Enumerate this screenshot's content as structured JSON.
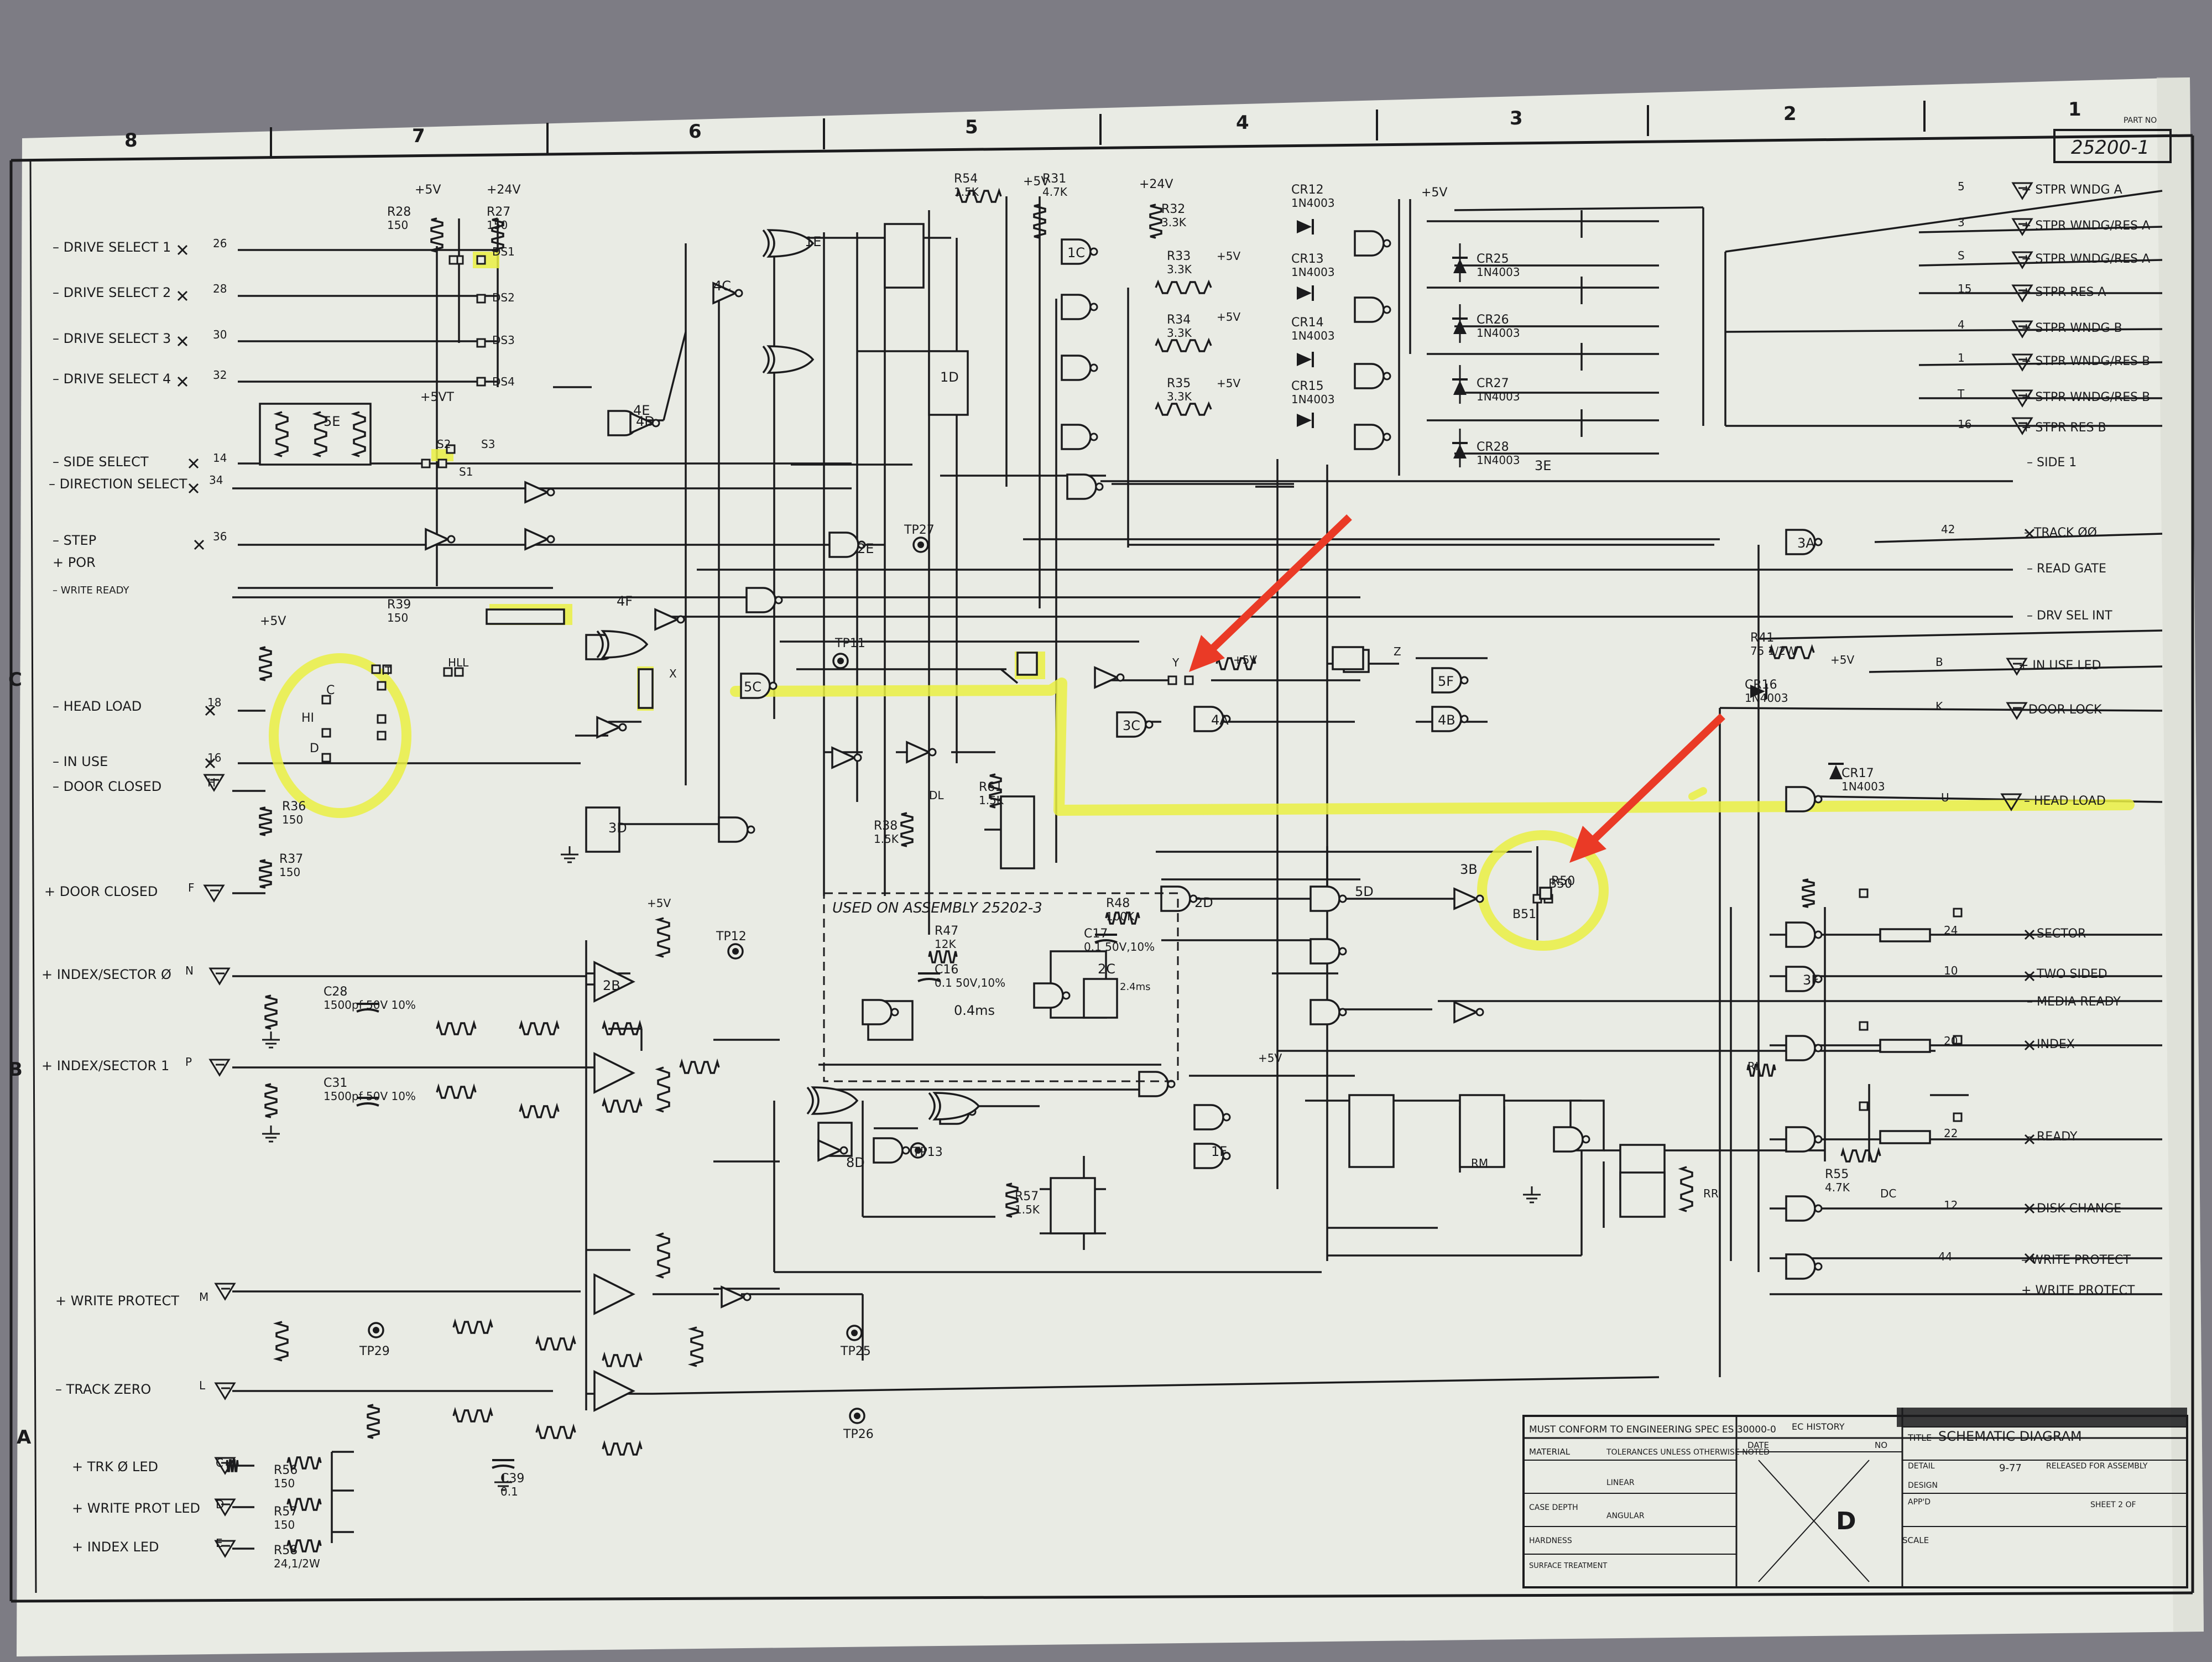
{
  "colors": {
    "background": "#7d7c84",
    "paper": "#e9ebe4",
    "ink": "#1b1b1d",
    "highlight": "#eaf043",
    "arrow": "#ea3a26"
  },
  "icons": [
    "resistor-icon",
    "diode-icon",
    "capacitor-icon",
    "and-gate-icon",
    "nand-gate-icon",
    "inverter-icon",
    "xor-gate-icon",
    "flip-flop-icon",
    "test-point-icon",
    "connector-pin-icon",
    "ground-icon",
    "red-arrow-icon"
  ],
  "zone_numbers": [
    "8",
    "7",
    "6",
    "5",
    "4",
    "3",
    "2",
    "1"
  ],
  "side_letters": [
    "C",
    "B",
    "A"
  ],
  "part_label": "PART NO",
  "part_number": "25200-1",
  "left_signals": [
    {
      "label": "– DRIVE SELECT 1",
      "pin": "26"
    },
    {
      "label": "– DRIVE SELECT 2",
      "pin": "28"
    },
    {
      "label": "– DRIVE SELECT 3",
      "pin": "30"
    },
    {
      "label": "– DRIVE SELECT 4",
      "pin": "32"
    },
    {
      "label": "– SIDE SELECT",
      "pin": "14"
    },
    {
      "label": "– DIRECTION SELECT",
      "pin": "34"
    },
    {
      "label": "– STEP",
      "pin": "36"
    },
    {
      "label": "+ POR",
      "pin": ""
    },
    {
      "label": "– WRITE READY",
      "pin": ""
    },
    {
      "label": "– HEAD LOAD",
      "pin": "18"
    },
    {
      "label": "– IN USE",
      "pin": "16"
    },
    {
      "label": "– DOOR CLOSED",
      "pin": "H"
    },
    {
      "label": "+ DOOR CLOSED",
      "pin": "F"
    },
    {
      "label": "+ INDEX/SECTOR Ø",
      "pin": "N"
    },
    {
      "label": "+ INDEX/SECTOR 1",
      "pin": "P"
    },
    {
      "label": "+ WRITE PROTECT",
      "pin": "M"
    },
    {
      "label": "– TRACK ZERO",
      "pin": "L"
    },
    {
      "label": "+ TRK Ø LED",
      "pin": "C"
    },
    {
      "label": "+ WRITE PROT LED",
      "pin": "D"
    },
    {
      "label": "+ INDEX LED",
      "pin": "E"
    }
  ],
  "right_signals": [
    {
      "label": "+ STPR WNDG A",
      "pin": "5"
    },
    {
      "label": "+ STPR WNDG/RES A",
      "pin": "3"
    },
    {
      "label": "+ STPR WNDG/RES A",
      "pin": "S"
    },
    {
      "label": "+ STPR RES A",
      "pin": "15"
    },
    {
      "label": "+ STPR WNDG B",
      "pin": "4"
    },
    {
      "label": "+ STPR WNDG/RES B",
      "pin": "1"
    },
    {
      "label": "+ STPR WNDG/RES B",
      "pin": "T"
    },
    {
      "label": "+ STPR RES B",
      "pin": "16"
    },
    {
      "label": "– SIDE 1",
      "pin": ""
    },
    {
      "label": "– TRACK ØØ",
      "pin": "42"
    },
    {
      "label": "– READ GATE",
      "pin": ""
    },
    {
      "label": "– DRV SEL INT",
      "pin": ""
    },
    {
      "label": "+ IN USE LED",
      "pin": "B"
    },
    {
      "label": "– DOOR LOCK",
      "pin": "K"
    },
    {
      "label": "– HEAD LOAD",
      "pin": "U"
    },
    {
      "label": "– SECTOR",
      "pin": "24"
    },
    {
      "label": "– TWO SIDED",
      "pin": "10"
    },
    {
      "label": "– MEDIA READY",
      "pin": ""
    },
    {
      "label": "– INDEX",
      "pin": "20"
    },
    {
      "label": "– READY",
      "pin": "22"
    },
    {
      "label": "– DISK CHANGE",
      "pin": "12"
    },
    {
      "label": "– WRITE PROTECT",
      "pin": "44"
    },
    {
      "label": "+ WRITE PROTECT",
      "pin": ""
    }
  ],
  "components": [
    {
      "ref": "R28",
      "value": "150"
    },
    {
      "ref": "R27",
      "value": "150"
    },
    {
      "ref": "R54",
      "value": "1.5K"
    },
    {
      "ref": "R31",
      "value": "4.7K"
    },
    {
      "ref": "R32",
      "value": "3.3K"
    },
    {
      "ref": "R33",
      "value": "3.3K"
    },
    {
      "ref": "R34",
      "value": "3.3K"
    },
    {
      "ref": "R35",
      "value": "3.3K"
    },
    {
      "ref": "R39",
      "value": "150"
    },
    {
      "ref": "R36",
      "value": "150"
    },
    {
      "ref": "R37",
      "value": "150"
    },
    {
      "ref": "R61",
      "value": "1.5K"
    },
    {
      "ref": "R38",
      "value": "1.5K"
    },
    {
      "ref": "R41",
      "value": "75 1/2W"
    },
    {
      "ref": "R47",
      "value": "12K"
    },
    {
      "ref": "R48",
      "value": "100K"
    },
    {
      "ref": "R50",
      "value": ""
    },
    {
      "ref": "R57",
      "value": "1.5K"
    },
    {
      "ref": "R55",
      "value": "4.7K"
    },
    {
      "ref": "R56",
      "value": "150"
    },
    {
      "ref": "R57",
      "value": "150"
    },
    {
      "ref": "R58",
      "value": "24,1/2W"
    },
    {
      "ref": "CR12",
      "value": "1N4003"
    },
    {
      "ref": "CR13",
      "value": "1N4003"
    },
    {
      "ref": "CR14",
      "value": "1N4003"
    },
    {
      "ref": "CR15",
      "value": "1N4003"
    },
    {
      "ref": "CR25",
      "value": "1N4003"
    },
    {
      "ref": "CR26",
      "value": "1N4003"
    },
    {
      "ref": "CR27",
      "value": "1N4003"
    },
    {
      "ref": "CR28",
      "value": "1N4003"
    },
    {
      "ref": "CR16",
      "value": "1N4003"
    },
    {
      "ref": "CR17",
      "value": "1N4003"
    },
    {
      "ref": "C28",
      "value": "1500pf 50V 10%"
    },
    {
      "ref": "C31",
      "value": "1500pf 50V 10%"
    },
    {
      "ref": "C16",
      "value": "0.1 50V,10%"
    },
    {
      "ref": "C17",
      "value": "0.1 50V,10%"
    },
    {
      "ref": "C39",
      "value": "0.1"
    }
  ],
  "gates": [
    "1E",
    "1D",
    "1C",
    "4C",
    "4D",
    "4E",
    "2E",
    "4F",
    "5C",
    "3C",
    "2D",
    "3E",
    "5F",
    "3A",
    "3D",
    "5D",
    "4A",
    "4B",
    "3B",
    "2C",
    "1F",
    "2B",
    "3F",
    "8D",
    "5E"
  ],
  "supply_labels": [
    "+5V",
    "+24V",
    "+5VT"
  ],
  "test_points": [
    "TP27",
    "TP11",
    "TP12",
    "TP13",
    "TP29",
    "TP25",
    "TP26"
  ],
  "jumpers": [
    "DS1",
    "DS2",
    "DS3",
    "DS4",
    "S1",
    "S2",
    "S3",
    "HLL",
    "IT",
    "Y",
    "X",
    "Z",
    "RM",
    "RR",
    "RI",
    "DC",
    "DL"
  ],
  "misc_labels": {
    "hi": "HI",
    "c": "C",
    "d": "D",
    "b50": "B50",
    "b51": "B51",
    "delay": "0.4ms",
    "delay2": "2.4ms"
  },
  "assembly_note": "USED ON ASSEMBLY 25202-3",
  "title_block": {
    "spec": "MUST CONFORM TO ENGINEERING SPEC  ES 30000-0",
    "ec_history": "EC HISTORY",
    "date": "DATE",
    "no": "NO",
    "title_label": "TITLE",
    "title": "SCHEMATIC DIAGRAM",
    "material": "MATERIAL",
    "tolerances": "TOLERANCES UNLESS OTHERWISE NOTED",
    "linear": "LINEAR",
    "angular": "ANGULAR",
    "case_depth": "CASE DEPTH",
    "hardness": "HARDNESS",
    "surface": "SURFACE TREATMENT",
    "detail": "DETAIL",
    "design": "DESIGN",
    "appd": "APP'D",
    "size_letter": "D",
    "scale": "SCALE",
    "released": "RELEASED FOR ASSEMBLY",
    "sheet": "SHEET 2 OF",
    "date_value": "9-77"
  }
}
